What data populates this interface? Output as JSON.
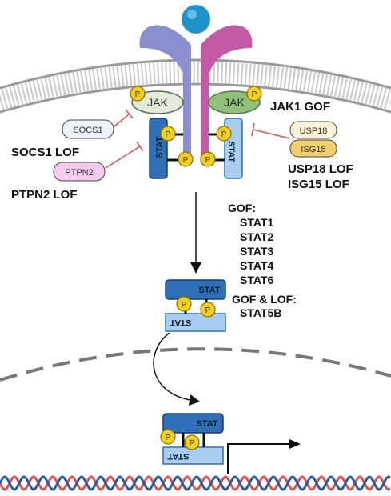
{
  "labels": {
    "jak_left": "JAK",
    "jak_right": "JAK",
    "stat": "STAT",
    "phospho": "P",
    "socs1": "SOCS1",
    "ptpn2": "PTPN2",
    "usp18": "USP18",
    "isg15": "ISG15"
  },
  "annotations": {
    "jak1_gof": "JAK1 GOF",
    "socs1_lof": "SOCS1 LOF",
    "ptpn2_lof": "PTPN2 LOF",
    "usp18_lof": "USP18 LOF",
    "isg15_lof": "ISG15 LOF",
    "gof_header": "GOF:",
    "gof_list": [
      "STAT1",
      "STAT2",
      "STAT3",
      "STAT4",
      "STAT6"
    ],
    "gof_lof_header": "GOF & LOF:",
    "gof_lof_list": [
      "STAT5B"
    ]
  },
  "colors": {
    "stat_dark": "#2f6fb5",
    "stat_light": "#a9cdef",
    "jak_left": "#e3ecd9",
    "jak_right": "#8fc07c",
    "receptor_left": "#8a8fd0",
    "receptor_right": "#c45aa6",
    "ligand": "#1f93c9",
    "phospho": "#f5cf1f",
    "inhibit": "#d9534f",
    "socs1_fill": "#eef2fb",
    "ptpn2_fill": "#f4cdee",
    "usp18_fill": "#fdf1d6",
    "isg15_fill": "#f3ce6d",
    "dna_red": "#d9534f",
    "dna_blue": "#2c5aa0"
  }
}
